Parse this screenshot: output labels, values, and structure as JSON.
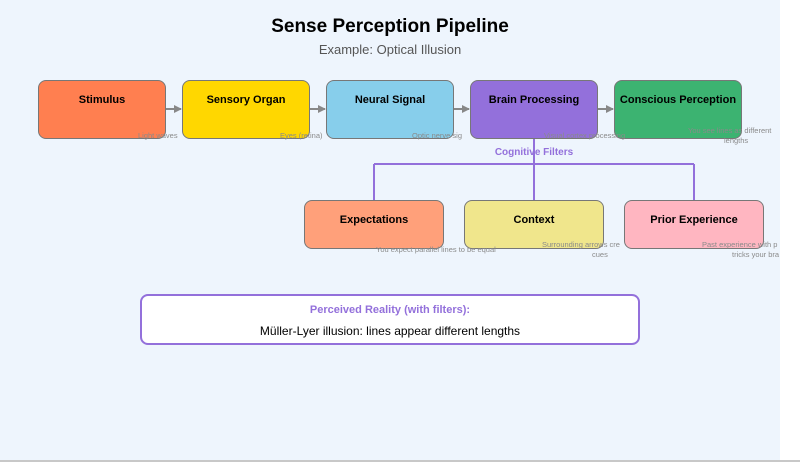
{
  "title": "Sense Perception Pipeline",
  "subtitle": "Example: Optical Illusion",
  "colors": {
    "stimulus": "#ff7f50",
    "sensory_organ": "#ffd700",
    "neural_signal": "#87ceeb",
    "brain_processing": "#9370db",
    "conscious_perception": "#3cb371",
    "expectations": "#ffa07a",
    "context": "#f0e68c",
    "prior_experience": "#ffb6c1",
    "accent": "#9370db",
    "background": "#eef5fd"
  },
  "pipeline": [
    {
      "label": "Stimulus",
      "note": "Light waves"
    },
    {
      "label": "Sensory Organ",
      "note": "Eyes (retina)"
    },
    {
      "label": "Neural Signal",
      "note": "Optic nerve sig"
    },
    {
      "label": "Brain Processing",
      "note": "Visual cortex processing"
    },
    {
      "label": "Conscious Perception",
      "note": "You see lines as different",
      "note2": "lengths"
    }
  ],
  "filters_label": "Cognitive Filters",
  "filters": [
    {
      "label": "Expectations",
      "note": "You expect parallel lines to be equal"
    },
    {
      "label": "Context",
      "note": "Surrounding arrows cre",
      "note2": "cues"
    },
    {
      "label": "Prior Experience",
      "note": "Past experience with p",
      "note2": "tricks your bra"
    }
  ],
  "reality": {
    "heading": "Perceived Reality (with filters):",
    "text": "Müller-Lyer illusion: lines appear different lengths"
  }
}
